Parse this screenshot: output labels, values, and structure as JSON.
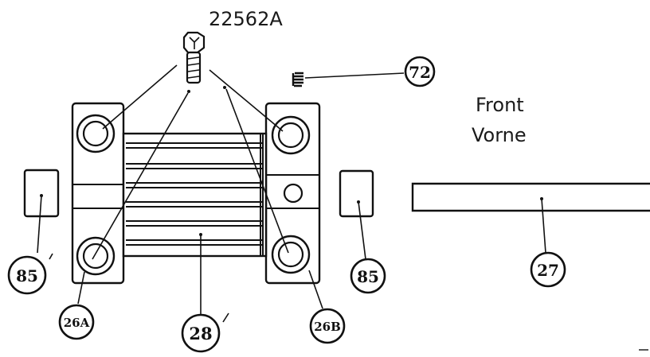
{
  "diagram": {
    "part_number": "22562A",
    "orientation_label": "Front",
    "orientation_label_de": "Vorne",
    "callouts": {
      "c72": "72",
      "c85_left": "85",
      "c85_right": "85",
      "c26a": "26A",
      "c26b": "26B",
      "c28": "28",
      "c27": "27"
    },
    "colors": {
      "ink": "#111111",
      "background": "#ffffff"
    }
  }
}
